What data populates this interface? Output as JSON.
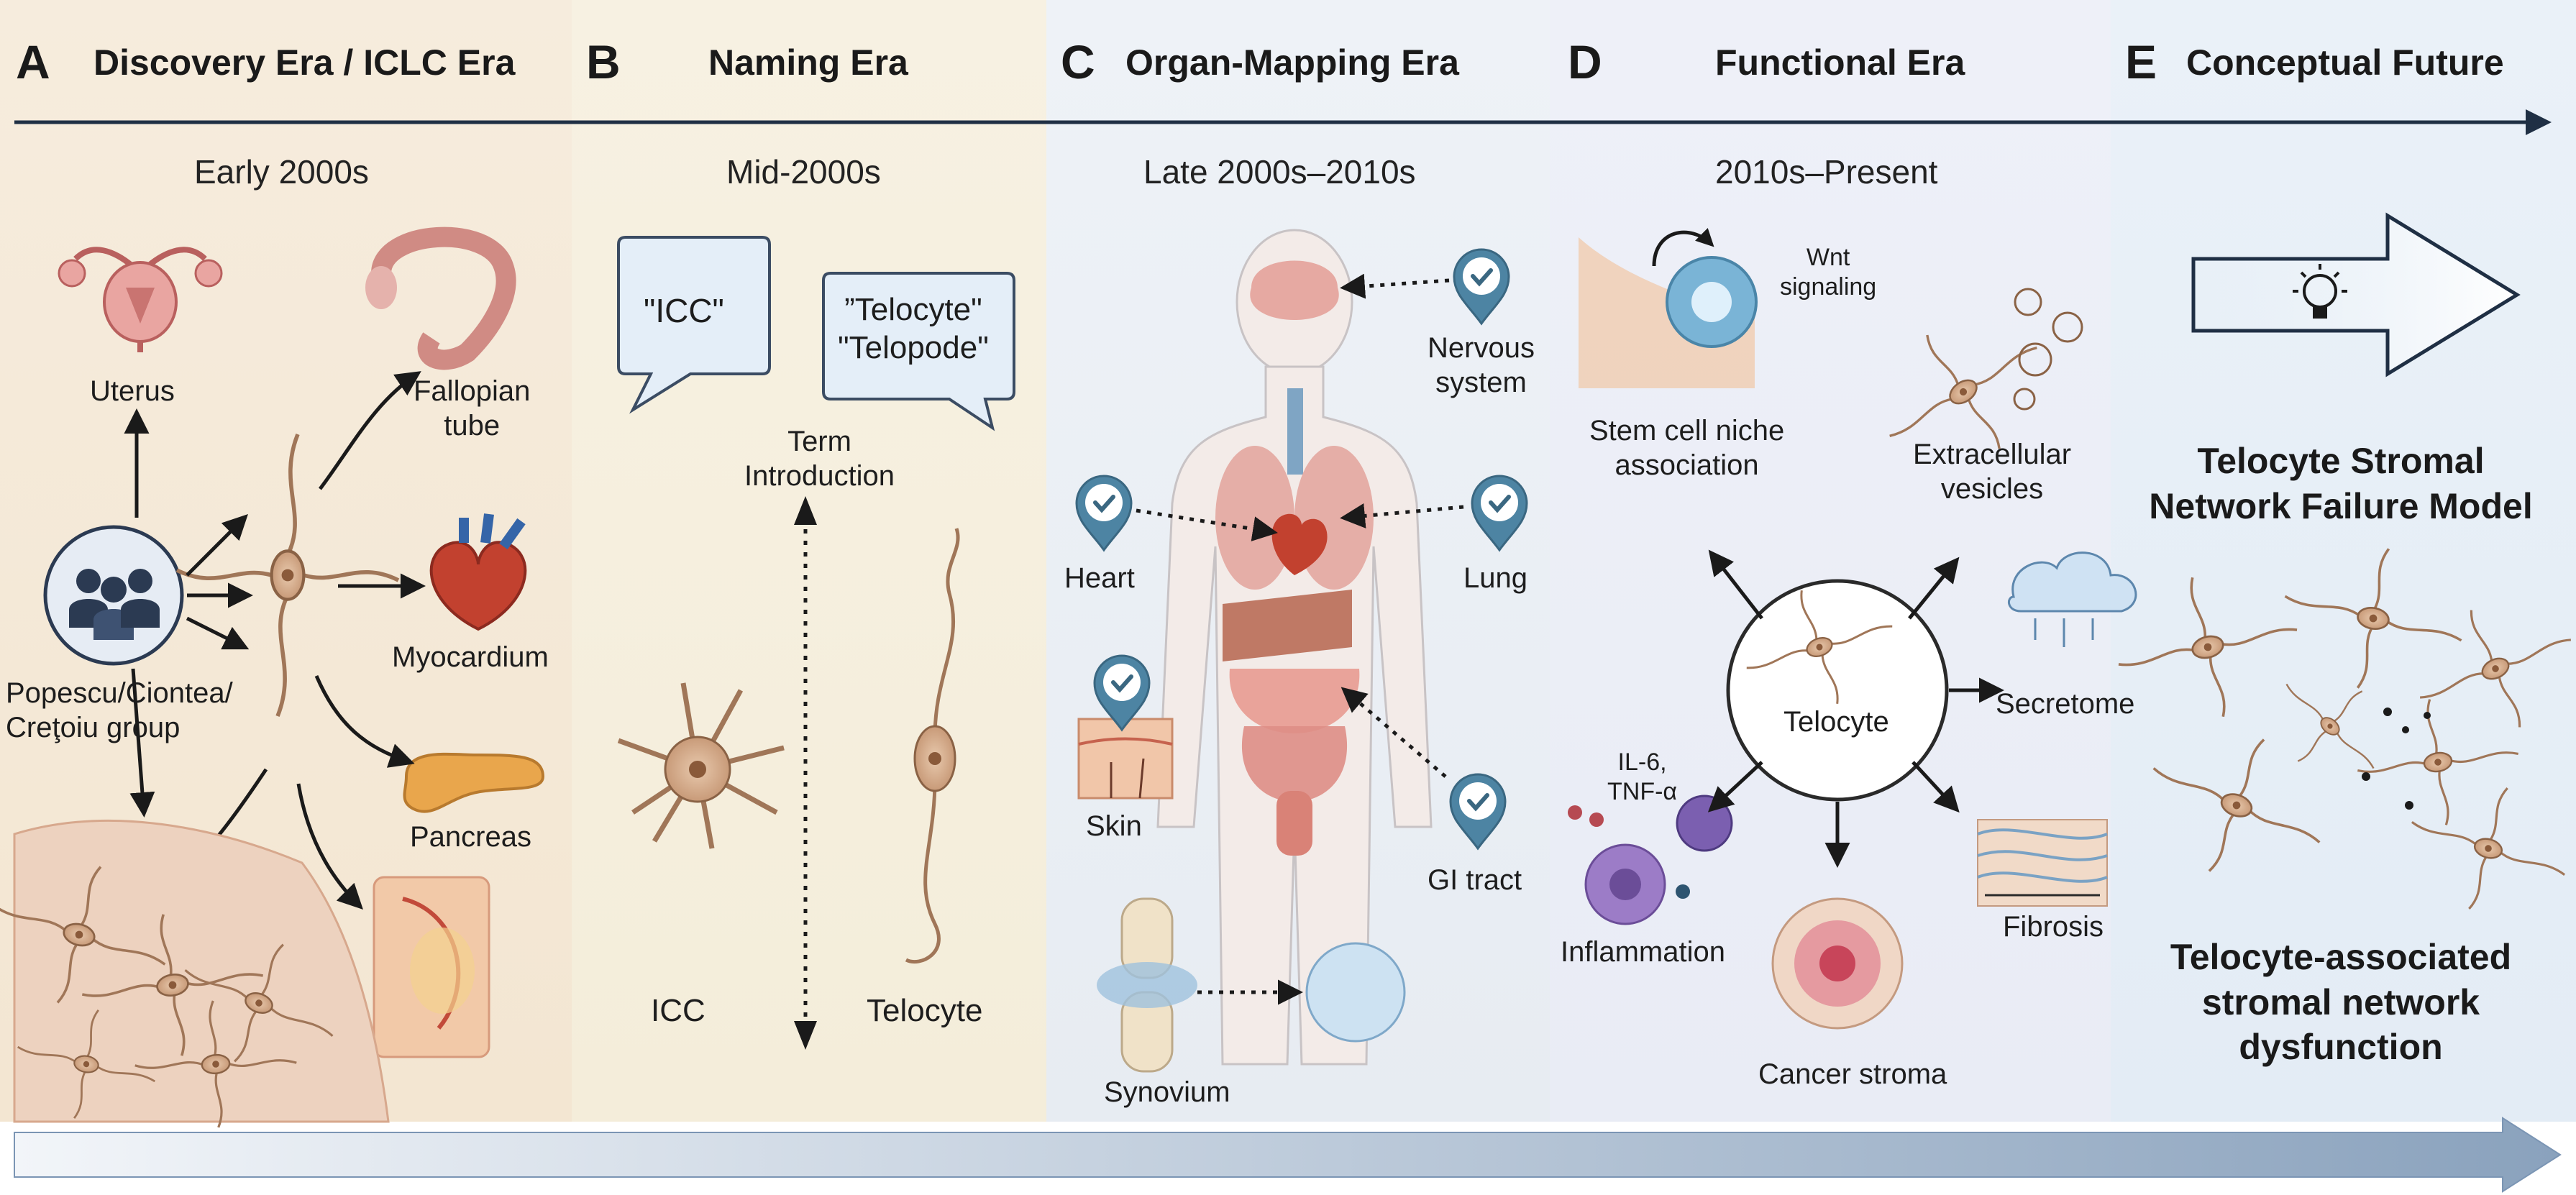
{
  "panels": [
    {
      "letter": "A",
      "title": "Discovery Era / ICLC Era",
      "era": "Early 2000s",
      "labels": {
        "uterus": "Uterus",
        "fallopian": "Fallopian\ntube",
        "myocardium": "Myocardium",
        "pancreas": "Pancreas",
        "group": "Popescu/Ciontea/\nCreţoiu group"
      }
    },
    {
      "letter": "B",
      "title": "Naming Era",
      "era": "Mid-2000s",
      "labels": {
        "bubble_icc": "\"ICC\"",
        "bubble_telo": "”Telocyte\"\n\"Telopode\"",
        "term": "Term\nIntroduction",
        "icc": "ICC",
        "telocyte": "Telocyte"
      }
    },
    {
      "letter": "C",
      "title": "Organ-Mapping Era",
      "era": "Late 2000s–2010s",
      "labels": {
        "nervous": "Nervous\nsystem",
        "heart": "Heart",
        "lung": "Lung",
        "skin": "Skin",
        "gi": "GI tract",
        "synovium": "Synovium"
      }
    },
    {
      "letter": "D",
      "title": "Functional Era",
      "era": "2010s–Present",
      "labels": {
        "wnt": "Wnt\nsignaling",
        "stem": "Stem cell niche\nassociation",
        "ev": "Extracellular\nvesicles",
        "telocyte": "Telocyte",
        "secretome": "Secretome",
        "il6": "IL-6,\nTNF-α",
        "inflammation": "Inflammation",
        "fibrosis": "Fibrosis",
        "cancer": "Cancer stroma"
      }
    },
    {
      "letter": "E",
      "title": "Conceptual Future",
      "era": "",
      "labels": {
        "model": "Telocyte Stromal\nNetwork Failure Model",
        "dysfunction": "Telocyte-associated\nstromal network\ndysfunction"
      }
    }
  ],
  "colors": {
    "arrow": "#1f2f44",
    "bottom_arrow": "#7b95b4",
    "tissue": "#e2aa8d",
    "cell": "#caa384",
    "pin": "#4d84a3"
  }
}
